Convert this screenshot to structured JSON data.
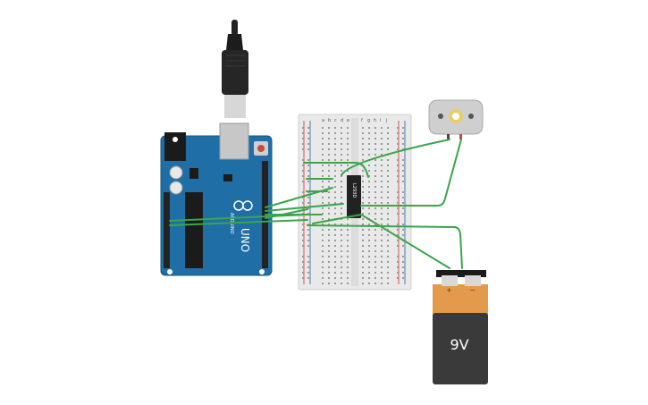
{
  "circuit": {
    "arduino": {
      "board_logo": "UNO",
      "brand": "ARDUINO"
    },
    "ic": {
      "label": "L293D"
    },
    "battery": {
      "label": "9V",
      "plus": "+",
      "minus": "−"
    },
    "breadboard": {
      "col_letters_left": [
        "a",
        "b",
        "c",
        "d",
        "e"
      ],
      "col_letters_right": [
        "f",
        "g",
        "h",
        "i",
        "j"
      ]
    },
    "colors": {
      "arduino_blue": "#1f6fa6",
      "wire_green": "#3aa64a",
      "battery_orange": "#e39a4d",
      "battery_dark": "#3a3a3a",
      "power_rail_red": "#d9534f",
      "power_rail_blue": "#4a7ab8"
    }
  }
}
